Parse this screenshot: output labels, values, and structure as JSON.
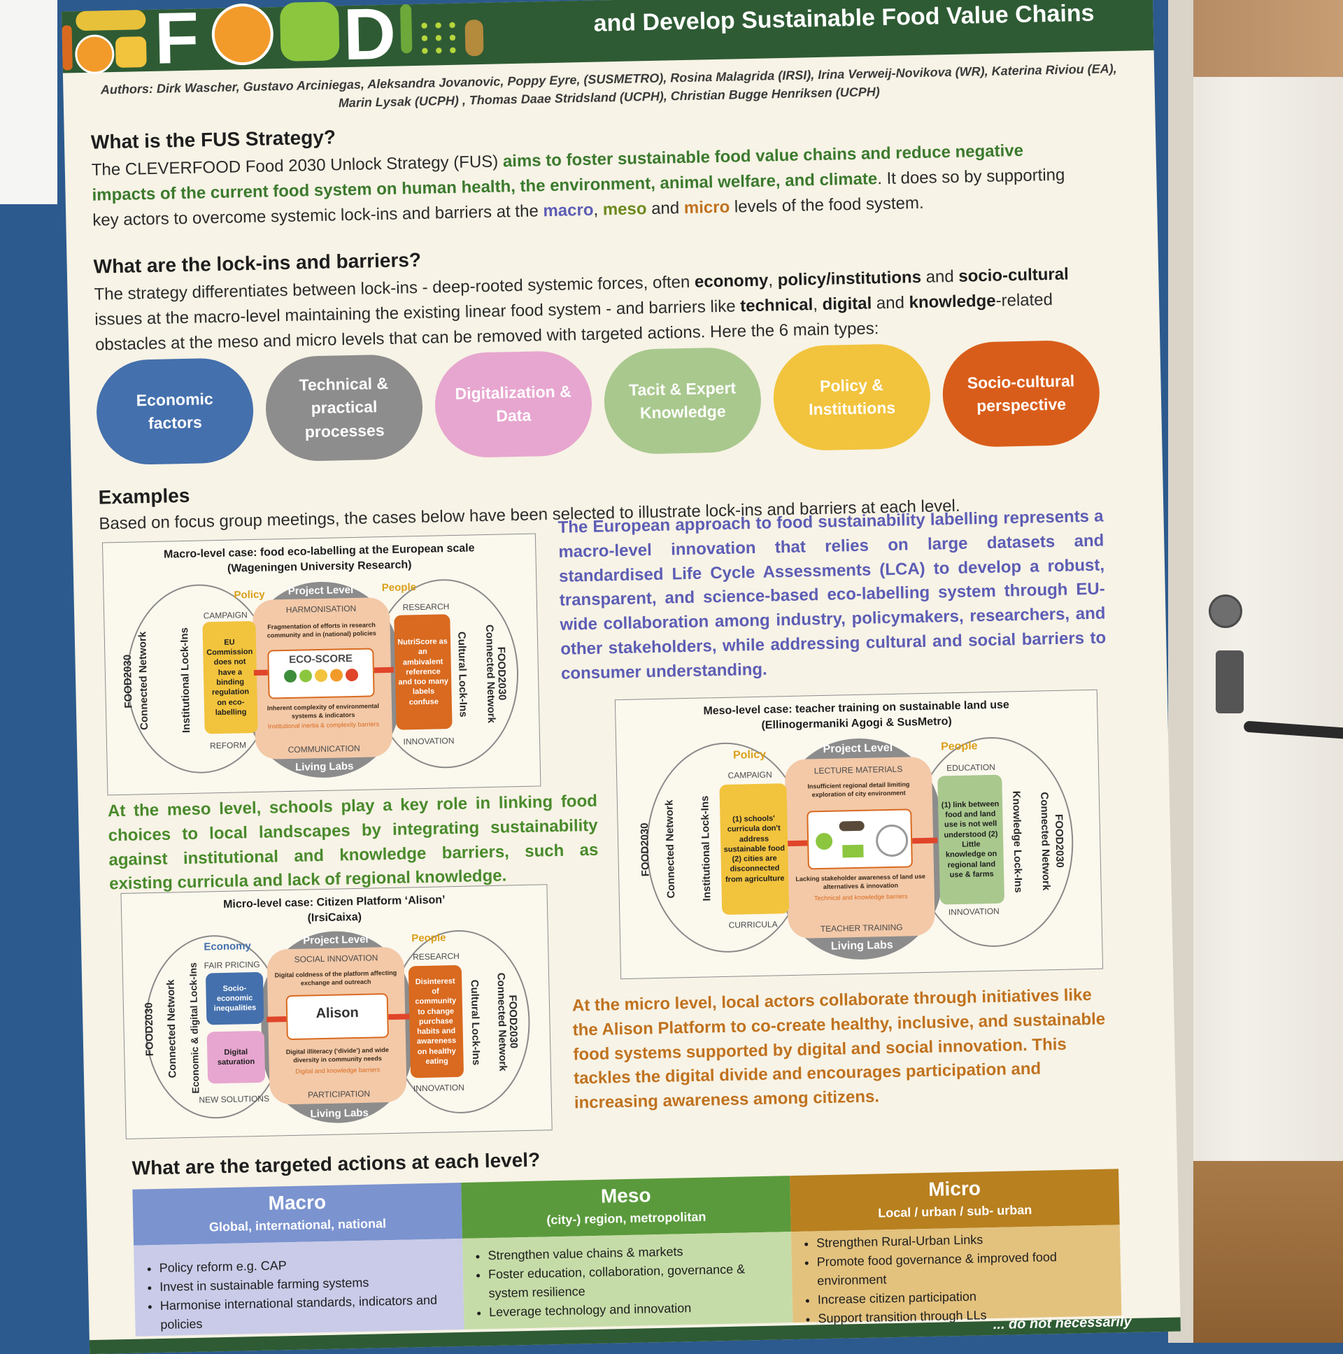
{
  "header": {
    "logo_letters": [
      "F",
      "D"
    ],
    "title_line2": "and Develop Sustainable Food Value Chains"
  },
  "authors": {
    "line1": "Authors: Dirk Wascher,  Gustavo Arciniegas, Aleksandra Jovanovic, Poppy Eyre, (SUSMETRO), Rosina Malagrida (IRSI), Irina Verweij-Novikova (WR), Katerina Riviou (EA),",
    "line2": "Marin Lysak (UCPH) , Thomas Daae Stridsland (UCPH), Christian Bugge Henriksen (UCPH)"
  },
  "fus": {
    "heading": "What is the FUS Strategy?",
    "p1": "The CLEVERFOOD Food 2030 Unlock Strategy (FUS) ",
    "p1_bold": "aims to foster sustainable food value chains and reduce negative impacts of the current food system on human health, the environment, animal welfare, and climate",
    "p1_end": ". It does so by supporting key actors to overcome systemic lock-ins and barriers at the ",
    "macro": "macro",
    "sep": ", ",
    "meso": "meso",
    "and": " and ",
    "micro": "micro",
    "p1_tail": " levels of the food system."
  },
  "lockins": {
    "heading": "What are the lock-ins and barriers?",
    "t1": "The strategy differentiates between lock-ins - deep-rooted systemic forces, often ",
    "b1": "economy",
    "t2": ", ",
    "b2": "policy/institutions",
    "t3": " and ",
    "b3": "socio-cultural",
    "t4": " issues at the macro-level maintaining the existing linear food system - and barriers like ",
    "b4": "technical",
    "t5": ", ",
    "b5": "digital",
    "t6": " and ",
    "b6": "knowledge",
    "t7": "-related obstacles at the meso and micro levels that can be removed with targeted actions. Here the 6 main types:"
  },
  "barrier_types": [
    {
      "label": "Economic factors",
      "color": "#4470ad"
    },
    {
      "label": "Technical & practical processes",
      "color": "#8d8d8d"
    },
    {
      "label": "Digitalization & Data",
      "color": "#e7a6cf"
    },
    {
      "label": "Tacit & Expert Knowledge",
      "color": "#a9c88e"
    },
    {
      "label": "Policy & Institutions",
      "color": "#f2c33d"
    },
    {
      "label": "Socio-cultural perspective",
      "color": "#d95d1a"
    }
  ],
  "examples": {
    "heading": "Examples",
    "intro": "Based on focus group meetings, the cases below have been selected to illustrate lock-ins and barriers at each level."
  },
  "macro_case": {
    "title1": "Macro-level case: food eco-labelling at the European scale",
    "title2": "(Wageningen University Research)",
    "left_group": "Policy",
    "center_group": "Project Level",
    "right_group": "People",
    "outer_left": "FOOD2030",
    "outer_left2": "Connected Network",
    "inner_left": "Institutional Lock-Ins",
    "inner_right": "Cultural Lock-Ins",
    "outer_right": "Connected Network",
    "outer_right2": "FOOD2030",
    "campaign": "CAMPAIGN",
    "reform": "REFORM",
    "harmonisation": "HARMONISATION",
    "communication": "COMMUNICATION",
    "research": "RESEARCH",
    "innovation": "INNOVATION",
    "living_labs": "Living Labs",
    "left_box": "EU Commission does not have a binding regulation on eco-labelling",
    "right_box": "NutriScore as an ambivalent reference and too many labels confuse",
    "top_text": "Fragmentation of efforts in research community and in (national) policies",
    "center_label": "ECO-SCORE",
    "bottom_text": "Inherent complexity of environmental systems & indicators",
    "bottom_small": "Institutional inertia & complexity barriers"
  },
  "macro_text": "The European approach to food sustainability labelling represents a macro-level innovation that relies on large datasets and standardised Life Cycle Assessments (LCA) to develop a robust, transparent, and science-based eco-labelling system through EU-wide collaboration among industry, policymakers, researchers, and other stakeholders, while addressing cultural and social barriers to consumer understanding.",
  "meso_text": "At the meso level, schools play a key role in linking food choices to local landscapes by integrating sustainability against institutional and knowledge barriers, such as existing curricula and lack of regional knowledge.",
  "meso_case": {
    "title1": "Meso-level case: teacher training on sustainable land use",
    "title2": "(Ellinogermaniki Agogi  & SusMetro)",
    "left_group": "Policy",
    "center_group": "Project Level",
    "right_group": "People",
    "outer_left": "FOOD2030",
    "outer_left2": "Connected Network",
    "inner_left": "Institutional Lock-Ins",
    "inner_right": "Knowledge Lock-Ins",
    "outer_right": "Connected Network",
    "outer_right2": "FOOD2030",
    "campaign": "CAMPAIGN",
    "curricula": "CURRICULA",
    "lecture": "LECTURE MATERIALS",
    "teacher": "TEACHER TRAINING",
    "education": "EDUCATION",
    "innovation": "INNOVATION",
    "living_labs": "Living Labs",
    "left_box": "(1) schools' curricula don't address sustainable food (2) cities are disconnected from agriculture",
    "right_box": "(1) link between food and land use is not well understood (2) Little knowledge on regional land use & farms",
    "top_text": "Insufficient regional detail limiting exploration of city environment",
    "bottom_text": "Lacking stakeholder awareness of land use alternatives & innovation",
    "bottom_small": "Technical and knowledge barriers"
  },
  "micro_case": {
    "title1": "Micro-level case: Citizen Platform ‘Alison’",
    "title2": "(IrsiCaixa)",
    "left_group": "Economy",
    "center_group": "Project Level",
    "right_group": "People",
    "outer_left": "FOOD2030",
    "outer_left2": "Connected Network",
    "inner_left": "Economic & digital Lock-Ins",
    "inner_right": "Cultural Lock-Ins",
    "outer_right": "Connected Network",
    "outer_right2": "FOOD2030",
    "fair": "FAIR PRICING",
    "newsol": "NEW SOLUTIONS",
    "social": "SOCIAL INNOVATION",
    "participation": "PARTICIPATION",
    "research": "RESEARCH",
    "innovation": "INNOVATION",
    "living_labs": "Living Labs",
    "left_box1": "Socio-economic inequalities",
    "left_box2": "Digital saturation",
    "right_box": "Disinterest of community to change purchase habits and awareness on healthy eating",
    "top_text": "Digital coldness of the platform affecting exchange and outreach",
    "center_label": "Alison",
    "bottom_text": "Digital illiteracy (‘divide’) and wide diversity in community needs",
    "bottom_small": "Digital and knowledge barriers"
  },
  "micro_text": "At the micro level, local actors collaborate through initiatives like the Alison Platform to co-create healthy, inclusive, and sustainable food systems supported by digital and social innovation. This tackles the digital divide and encourages participation and increasing awareness among citizens.",
  "actions": {
    "heading": "What are the targeted actions at each level?",
    "columns": [
      {
        "title": "Macro",
        "subtitle": "Global, international, national",
        "head_color": "#7b93cf",
        "body_color": "#c9cbe8",
        "items": [
          "Policy reform e.g. CAP",
          "Invest in sustainable farming systems",
          "Harmonise international standards, indicators and policies"
        ]
      },
      {
        "title": "Meso",
        "subtitle": "(city-) region, metropolitan",
        "head_color": "#5a9a3c",
        "body_color": "#c6dca8",
        "items": [
          "Strengthen value chains & markets",
          "Foster education, collaboration, governance & system resilience",
          "Leverage technology and innovation"
        ]
      },
      {
        "title": "Micro",
        "subtitle": "Local / urban / sub- urban",
        "head_color": "#b8801f",
        "body_color": "#e3c27e",
        "items": [
          "Strengthen Rural-Urban Links",
          "Promote food governance & improved food environment",
          "Increase citizen participation",
          "Support transition through LLs"
        ]
      }
    ]
  },
  "footer_partial": "... do not necessarily"
}
